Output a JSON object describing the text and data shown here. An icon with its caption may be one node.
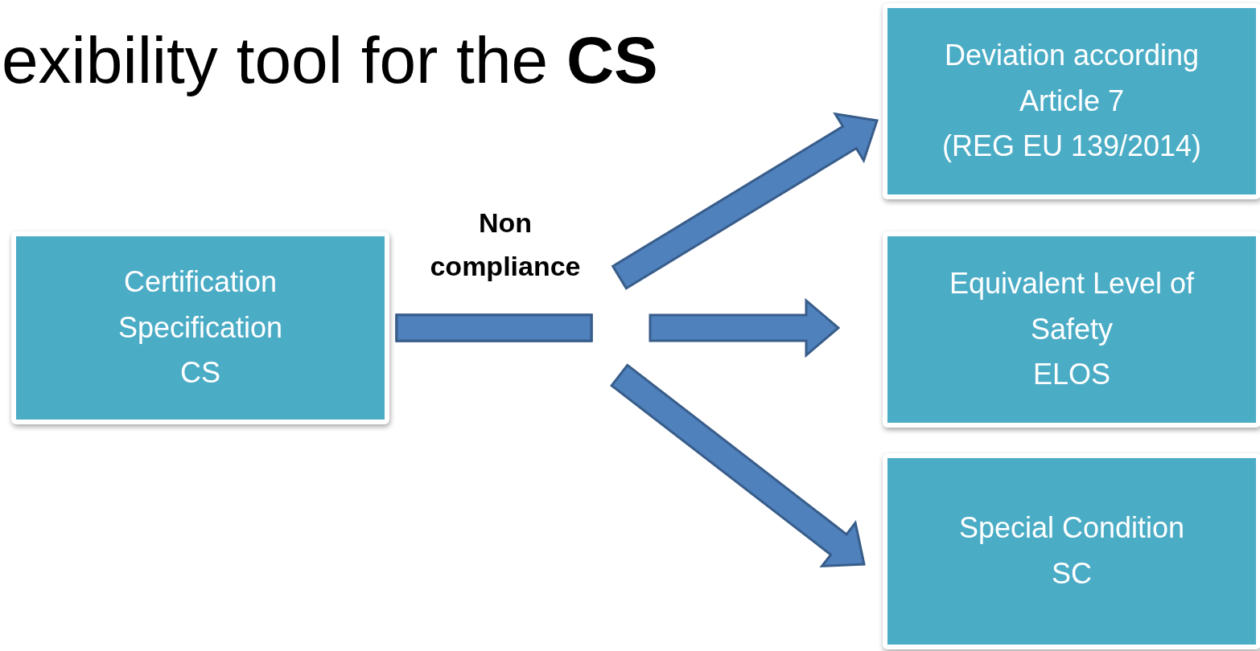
{
  "diagram": {
    "title": "exibility tool for the **CS**",
    "nodes": [
      {
        "text": [
          "Certification Specification",
          "CS"
        ]
      },
      {
        "text": [
          "Deviation according Article 7",
          "(REG EU 139/2014)"
        ]
      },
      {
        "text": [
          "Equivalent Level of Safety",
          "ELOS"
        ]
      },
      {
        "text": [
          "Special Condition",
          "SC"
        ]
      }
    ],
    "edges": [
      {
        "from": 0,
        "to": 1,
        "arrow": "to",
        "style": "thick"
      },
      {
        "from": 0,
        "to": 2,
        "arrow": "to",
        "style": "thick"
      },
      {
        "from": 0,
        "to": 3,
        "arrow": "to",
        "style": "thick"
      }
    ],
    "labels": [
      "Non compliance"
    ]
  }
}
